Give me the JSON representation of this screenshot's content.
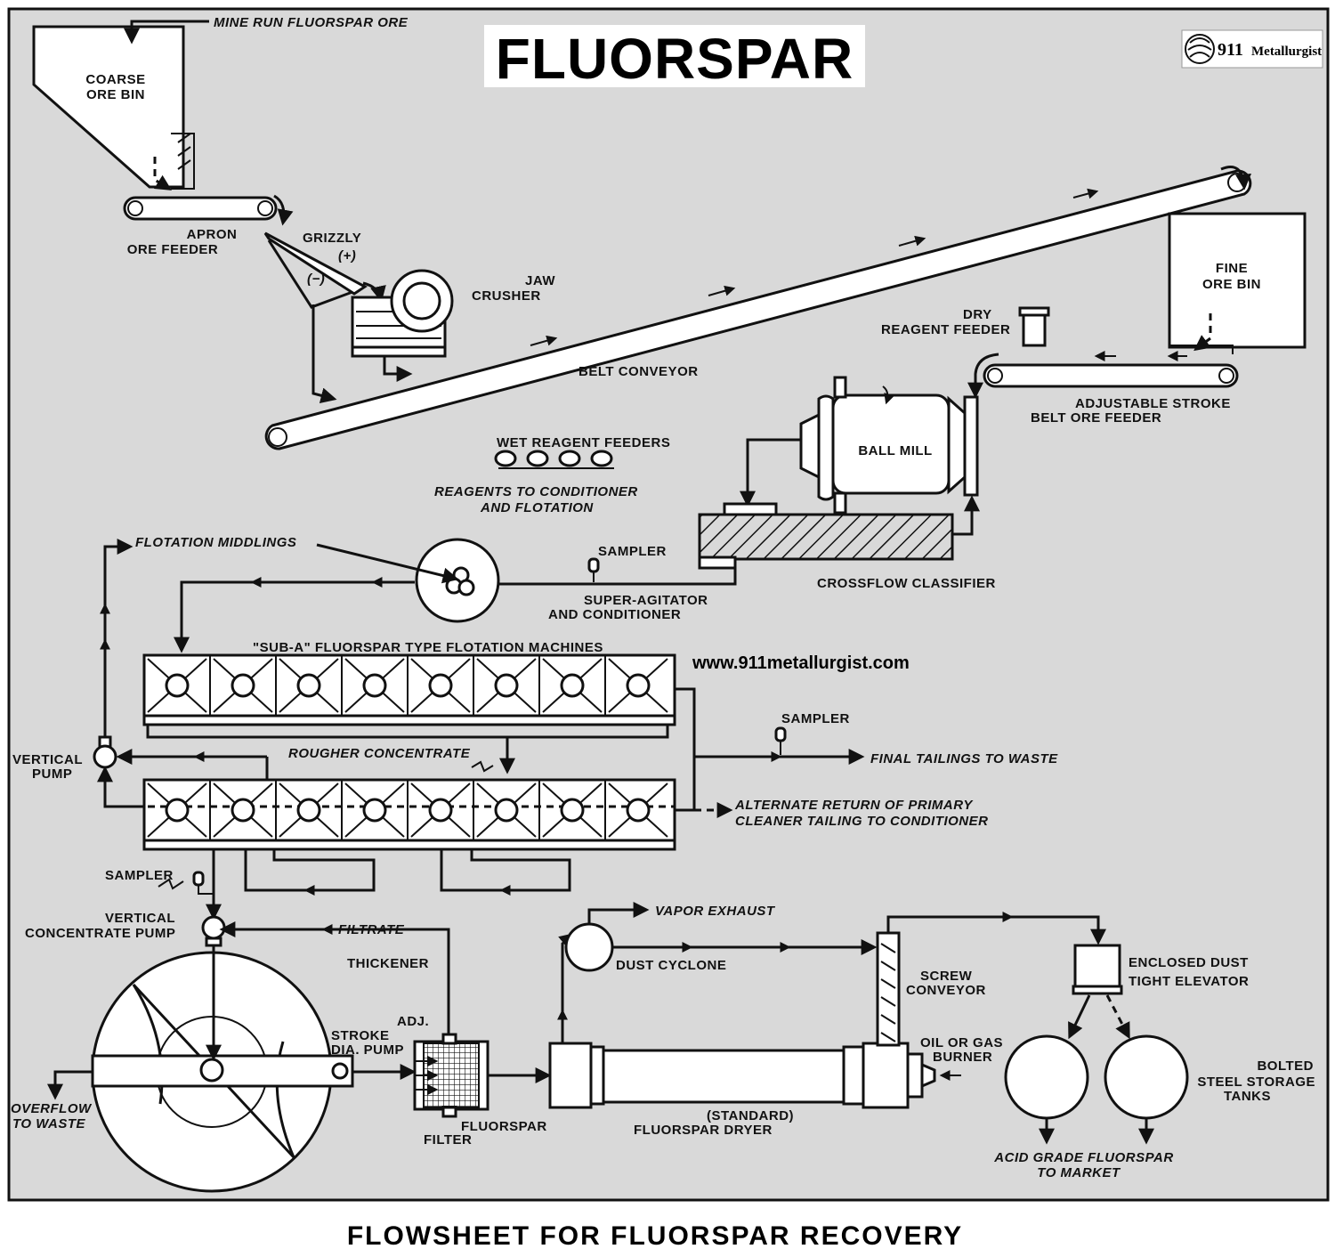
{
  "title": "FLUORSPAR",
  "caption": "FLOWSHEET FOR FLUORSPAR RECOVERY",
  "logo": {
    "number": "911",
    "name": "Metallurgist"
  },
  "website": "www.911metallurgist.com",
  "labels": {
    "mine_run": "MINE RUN FLUORSPAR ORE",
    "coarse_bin_1": "COARSE",
    "coarse_bin_2": "ORE BIN",
    "apron_1": "APRON",
    "apron_2": "ORE FEEDER",
    "grizzly": "GRIZZLY",
    "grizzly_plus": "(+)",
    "grizzly_minus": "(−)",
    "jaw_1": "JAW",
    "jaw_2": "CRUSHER",
    "belt_conveyor": "BELT CONVEYOR",
    "fine_bin_1": "FINE",
    "fine_bin_2": "ORE BIN",
    "dry_reagent_1": "DRY",
    "dry_reagent_2": "REAGENT FEEDER",
    "adj_stroke_1": "ADJUSTABLE STROKE",
    "adj_stroke_2": "BELT ORE FEEDER",
    "ball_mill": "BALL MILL",
    "wet_reagent": "WET REAGENT FEEDERS",
    "reagents_1": "REAGENTS TO CONDITIONER",
    "reagents_2": "AND FLOTATION",
    "crossflow": "CROSSFLOW CLASSIFIER",
    "flotation_middlings": "FLOTATION MIDDLINGS",
    "sampler": "SAMPLER",
    "super_agitator_1": "SUPER-AGITATOR",
    "super_agitator_2": "AND CONDITIONER",
    "sub_a": "\"SUB-A\" FLUORSPAR TYPE FLOTATION MACHINES",
    "vertical_pump_1": "VERTICAL",
    "vertical_pump_2": "PUMP",
    "rougher": "ROUGHER CONCENTRATE",
    "final_tailings": "FINAL TAILINGS TO WASTE",
    "alternate_1": "ALTERNATE RETURN OF PRIMARY",
    "alternate_2": "CLEANER TAILING TO CONDITIONER",
    "vertical_conc_1": "VERTICAL",
    "vertical_conc_2": "CONCENTRATE PUMP",
    "filtrate": "FILTRATE",
    "thickener": "THICKENER",
    "adj_pump_1": "ADJ.",
    "adj_pump_2": "STROKE",
    "adj_pump_3": "DIA. PUMP",
    "overflow_1": "OVERFLOW",
    "overflow_2": "TO WASTE",
    "filter_1": "FLUORSPAR",
    "filter_2": "FILTER",
    "vapor_exhaust": "VAPOR EXHAUST",
    "dust_cyclone": "DUST CYCLONE",
    "screw_1": "SCREW",
    "screw_2": "CONVEYOR",
    "elevator_1": "ENCLOSED DUST",
    "elevator_2": "TIGHT ELEVATOR",
    "burner_1": "OIL OR GAS",
    "burner_2": "BURNER",
    "dryer_1": "(STANDARD)",
    "dryer_2": "FLUORSPAR DRYER",
    "tanks_1": "BOLTED",
    "tanks_2": "STEEL STORAGE",
    "tanks_3": "TANKS",
    "acid_1": "ACID GRADE FLUORSPAR",
    "acid_2": "TO MARKET"
  }
}
